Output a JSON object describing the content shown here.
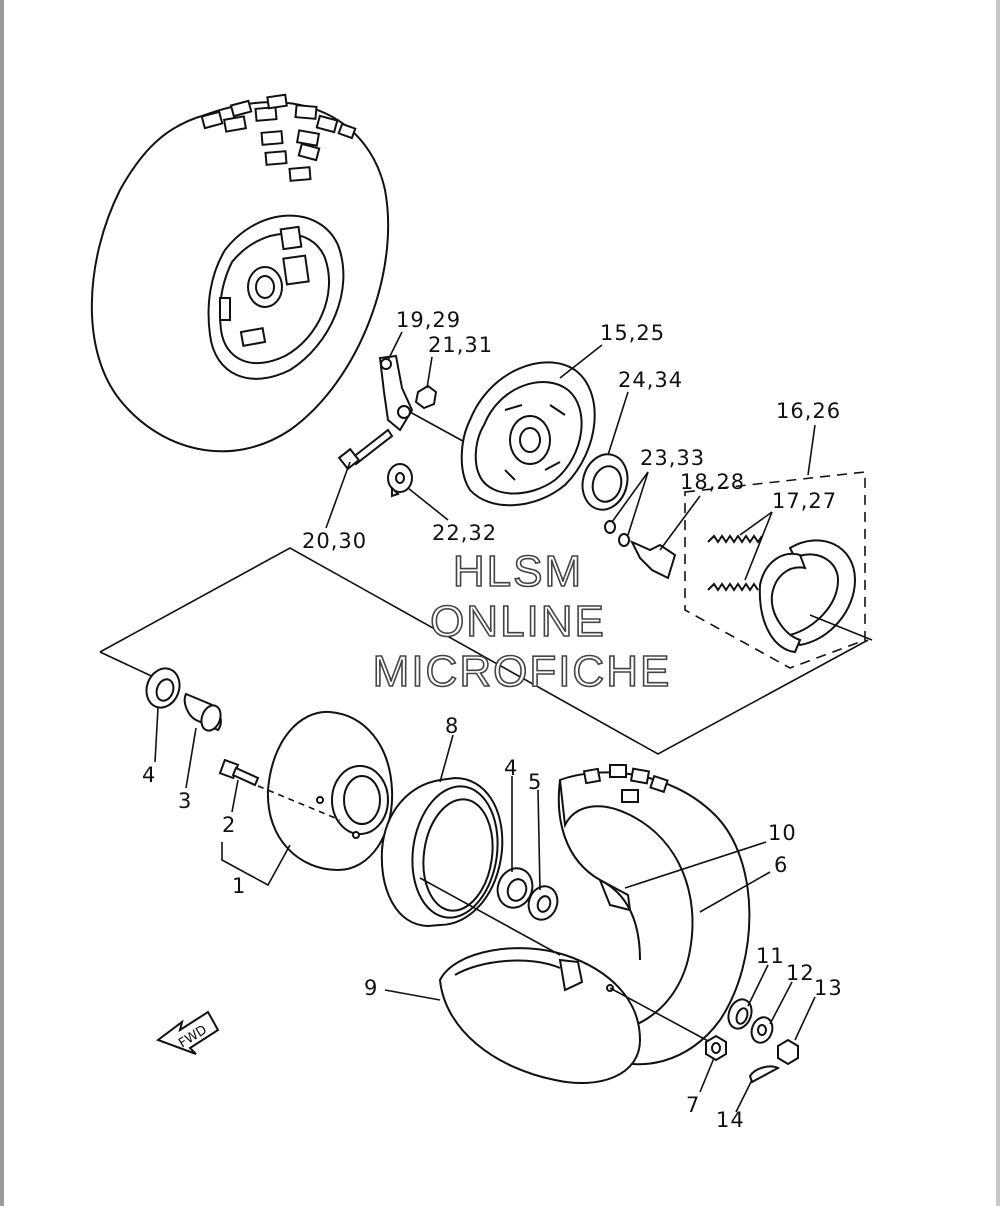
{
  "watermark": {
    "line1": "HLSM",
    "line2": "ONLINE",
    "line3": "MICROFICHE"
  },
  "direction_label": "FWD",
  "callouts": {
    "c_19_29": "19,29",
    "c_21_31": "21,31",
    "c_15_25": "15,25",
    "c_24_34": "24,34",
    "c_16_26": "16,26",
    "c_23_33": "23,33",
    "c_18_28": "18,28",
    "c_17_27": "17,27",
    "c_20_30": "20,30",
    "c_22_32": "22,32",
    "c_8": "8",
    "c_4a": "4",
    "c_3": "3",
    "c_2": "2",
    "c_1": "1",
    "c_4b": "4",
    "c_5": "5",
    "c_10": "10",
    "c_6": "6",
    "c_9": "9",
    "c_11": "11",
    "c_12": "12",
    "c_13": "13",
    "c_7": "7",
    "c_14": "14"
  }
}
